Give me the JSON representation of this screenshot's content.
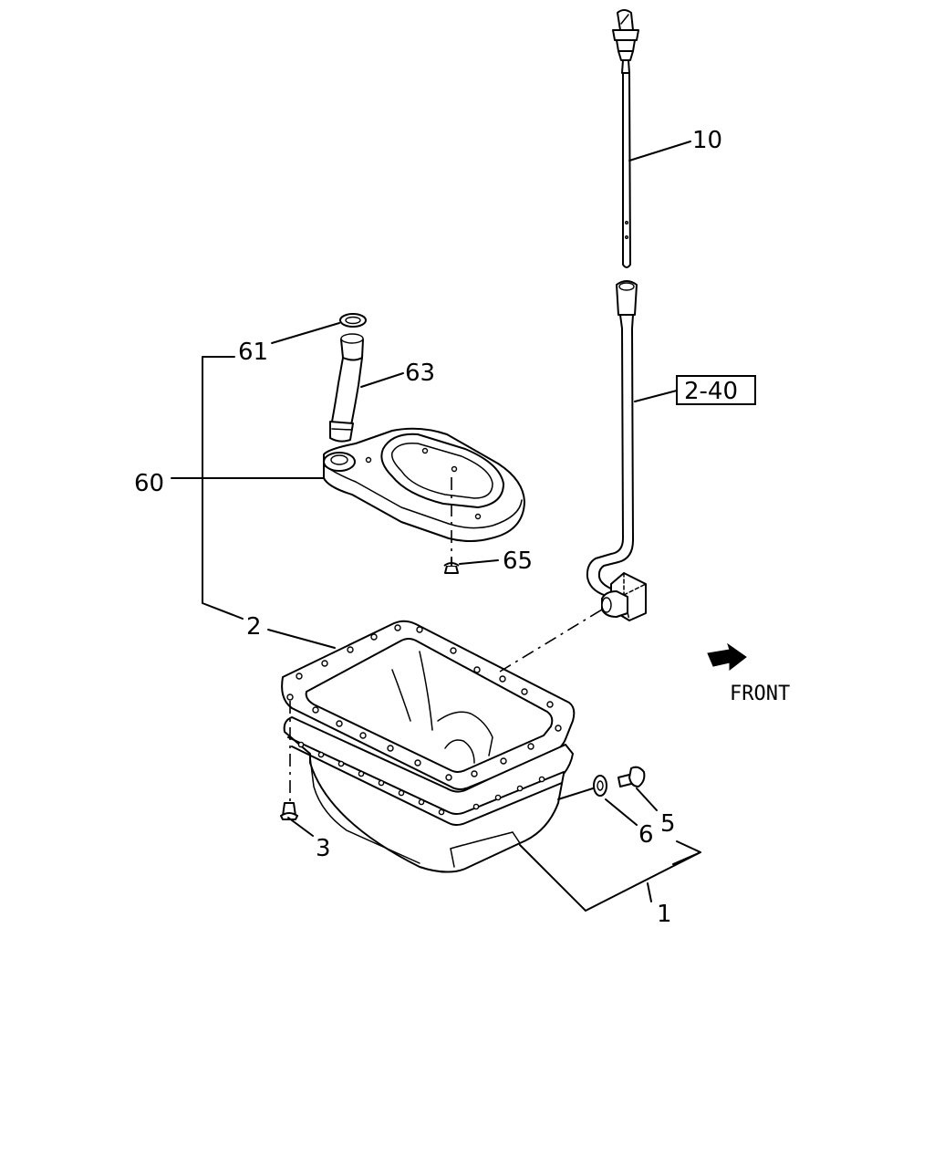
{
  "labels": {
    "p10": "10",
    "p61": "61",
    "p63": "63",
    "p2_40": "2-40",
    "p60": "60",
    "p65": "65",
    "p2": "2",
    "front": "FRONT",
    "p3": "3",
    "p6": "6",
    "p5": "5",
    "p1": "1"
  }
}
